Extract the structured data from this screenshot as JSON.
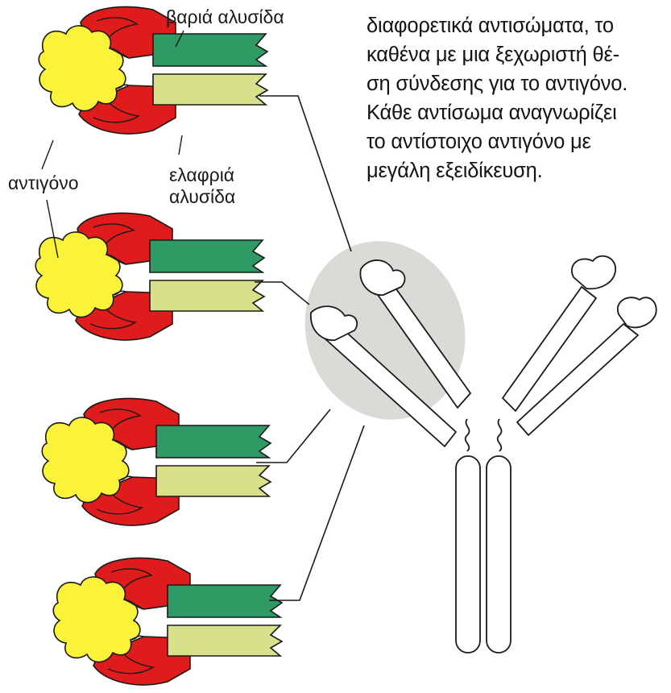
{
  "caption": {
    "lines": [
      "διαφορετικά αντισώματα, το",
      "καθένα με μια ξεχωριστή θέ-",
      "ση σύνδεσης για το αντιγόνο.",
      "Κάθε αντίσωμα αναγνωρίζει",
      "το αντίστοιχο αντιγόνο με",
      "μεγάλη εξειδίκευση."
    ]
  },
  "labels": {
    "heavy_chain": "βαριά αλυσίδα",
    "light_chain_1": "ελαφριά",
    "light_chain_2": "αλυσίδα",
    "antigen": "αντιγόνο"
  },
  "colors": {
    "antigen": "#fbf23a",
    "heavy_variable": "#e01b1b",
    "heavy_constant": "#2f9a63",
    "light_constant": "#d9e08a",
    "highlight": "#dcdad6",
    "outline": "#1a1a1a"
  }
}
